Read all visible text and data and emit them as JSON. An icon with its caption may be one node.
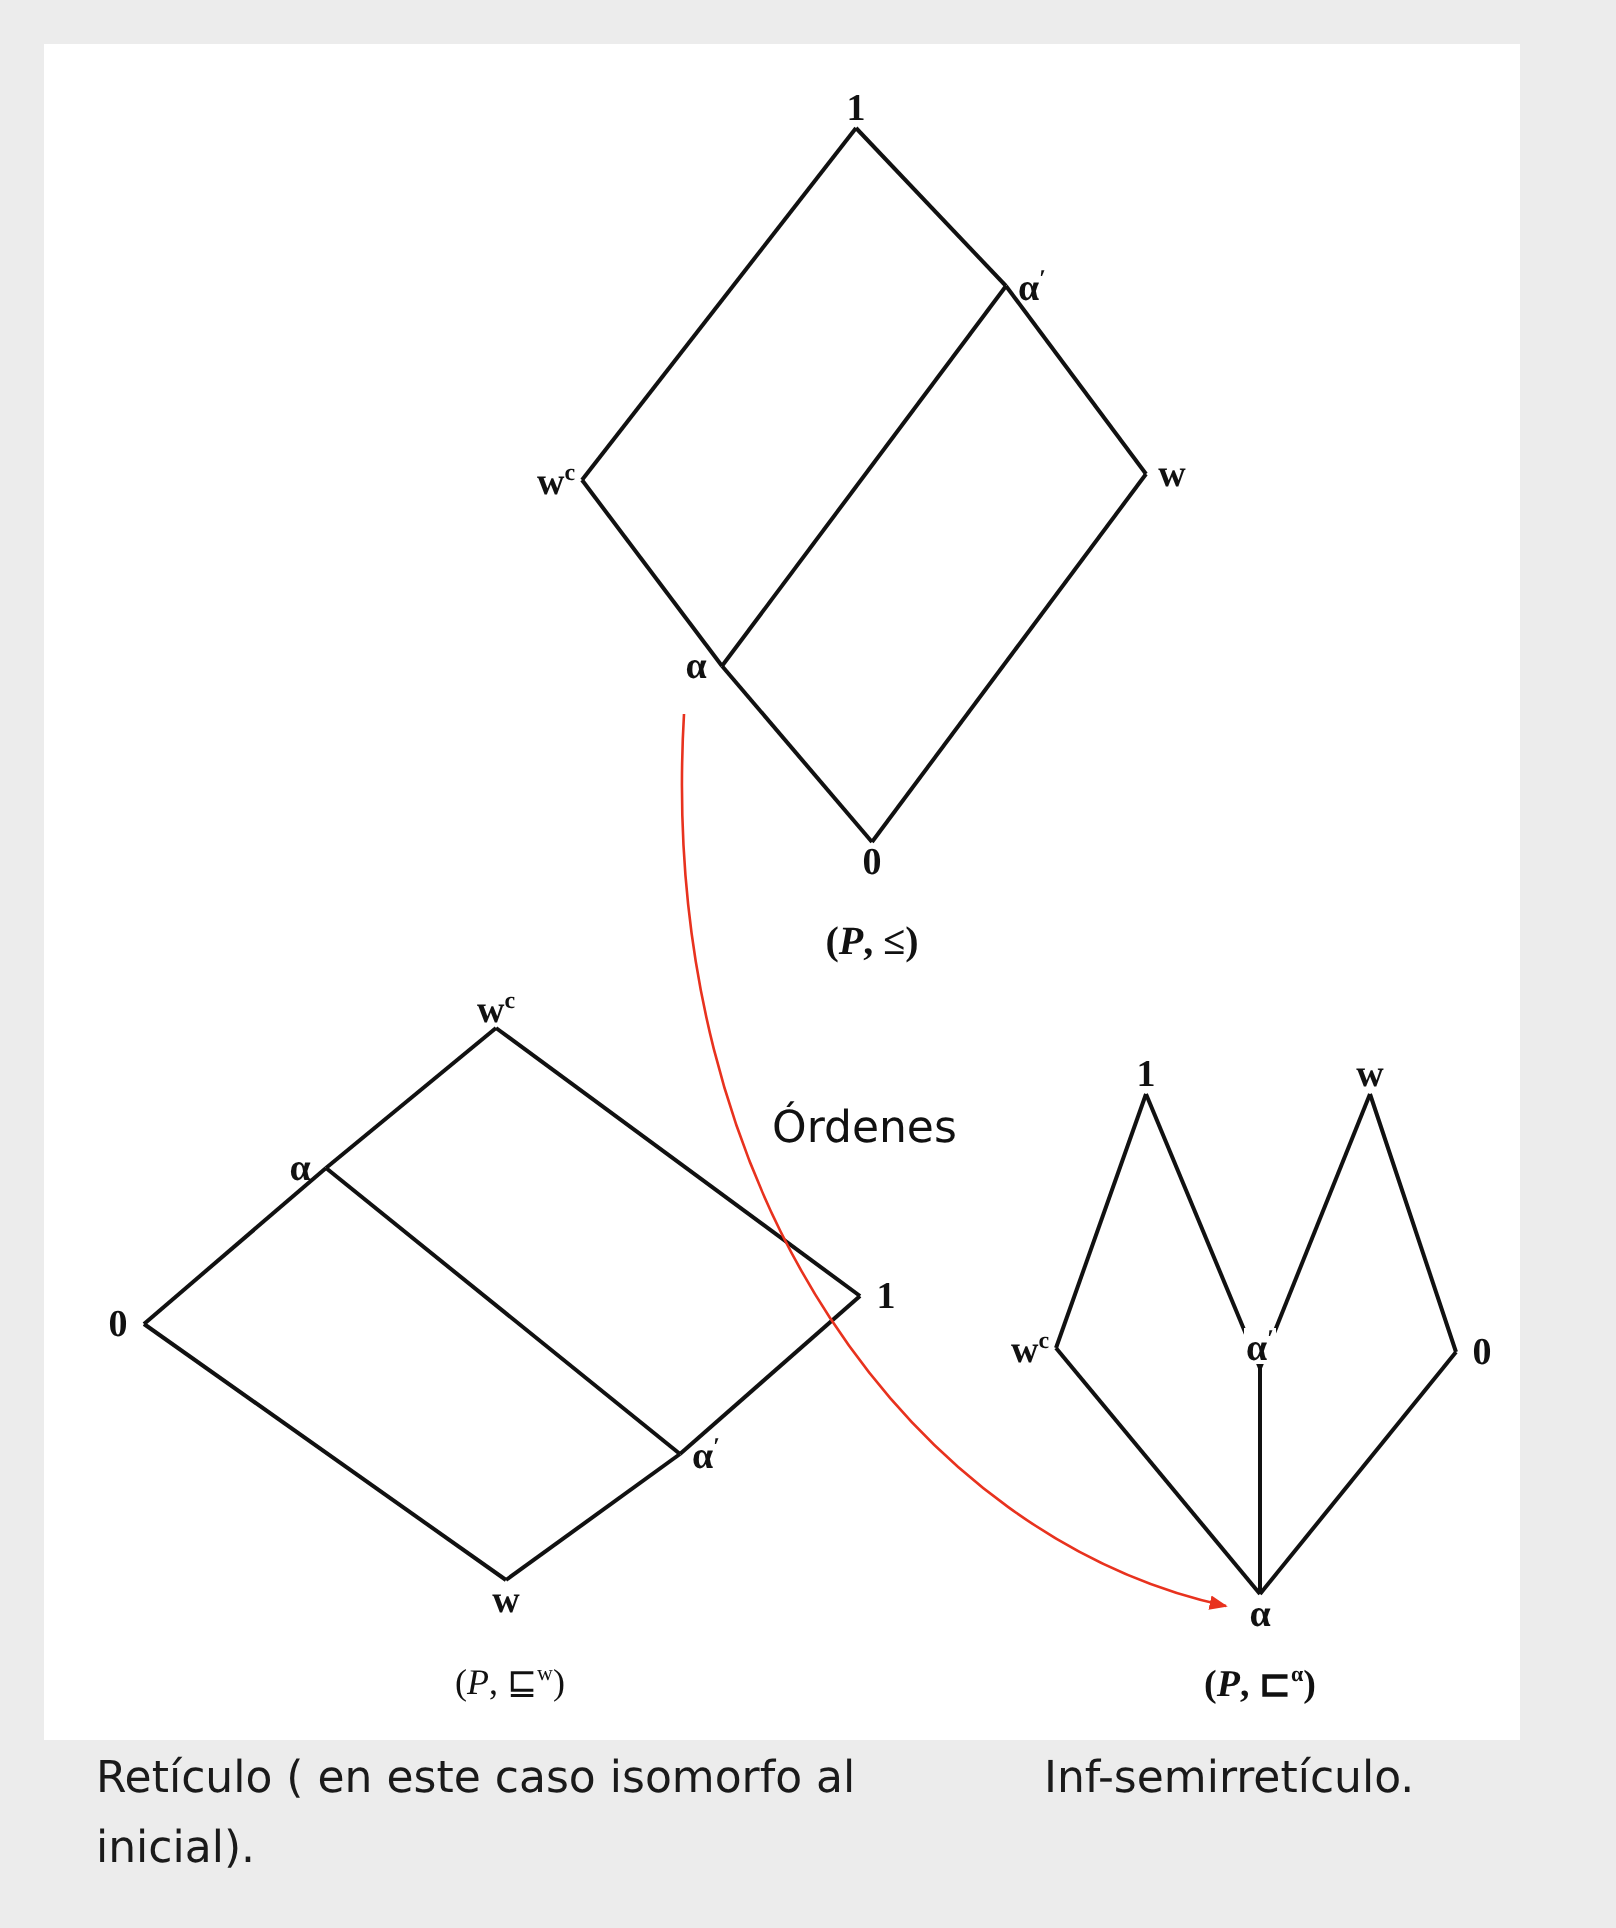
{
  "diagram": {
    "nodes": [
      {
        "text": [
          "1"
        ]
      },
      {
        "text": [
          "α$^{′}$"
        ]
      },
      {
        "text": [
          "w$^{c}$"
        ]
      },
      {
        "text": [
          "w"
        ]
      },
      {
        "text": [
          "α"
        ]
      },
      {
        "text": [
          "0"
        ]
      },
      {
        "text": [
          "w$^{c}$"
        ]
      },
      {
        "text": [
          "α"
        ]
      },
      {
        "text": [
          "0"
        ]
      },
      {
        "text": [
          "1"
        ]
      },
      {
        "text": [
          "α$^{′}$"
        ]
      },
      {
        "text": [
          "w"
        ]
      },
      {
        "text": [
          "1"
        ]
      },
      {
        "text": [
          "w"
        ]
      },
      {
        "text": [
          "α$^{′}$"
        ]
      },
      {
        "text": [
          "w$^{c}$"
        ]
      },
      {
        "text": [
          "0"
        ]
      },
      {
        "text": [
          "α"
        ]
      }
    ],
    "edges": [
      {
        "from": 0,
        "to": 2,
        "arrow": "none"
      },
      {
        "from": 0,
        "to": 1,
        "arrow": "none"
      },
      {
        "from": 1,
        "to": 3,
        "arrow": "none"
      },
      {
        "from": 2,
        "to": 4,
        "arrow": "none"
      },
      {
        "from": 4,
        "to": 5,
        "arrow": "none"
      },
      {
        "from": 3,
        "to": 5,
        "arrow": "none"
      },
      {
        "from": 4,
        "to": 1,
        "arrow": "none"
      },
      {
        "from": 6,
        "to": 7,
        "arrow": "none"
      },
      {
        "from": 7,
        "to": 8,
        "arrow": "none"
      },
      {
        "from": 6,
        "to": 9,
        "arrow": "none"
      },
      {
        "from": 7,
        "to": 10,
        "arrow": "none"
      },
      {
        "from": 9,
        "to": 10,
        "arrow": "none"
      },
      {
        "from": 10,
        "to": 11,
        "arrow": "none"
      },
      {
        "from": 8,
        "to": 11,
        "arrow": "none"
      },
      {
        "from": 12,
        "to": 15,
        "arrow": "none"
      },
      {
        "from": 12,
        "to": 14,
        "arrow": "none"
      },
      {
        "from": 13,
        "to": 14,
        "arrow": "none"
      },
      {
        "from": 13,
        "to": 16,
        "arrow": "none"
      },
      {
        "from": 15,
        "to": 17,
        "arrow": "none"
      },
      {
        "from": 14,
        "to": 17,
        "arrow": "none"
      },
      {
        "from": 16,
        "to": 17,
        "arrow": "none"
      },
      {
        "from": 4,
        "to": 17,
        "arrow": "to",
        "label": "Órdenes",
        "color": "#e8321e"
      }
    ],
    "labels": [
      "(*P*, ≤)",
      "(*P*, ⊑$^{w}$)",
      "(*P*, ⊏$^{α}$)",
      "Retículo ( en este caso isomorfo al inicial).",
      "Inf-semirretículo."
    ]
  }
}
